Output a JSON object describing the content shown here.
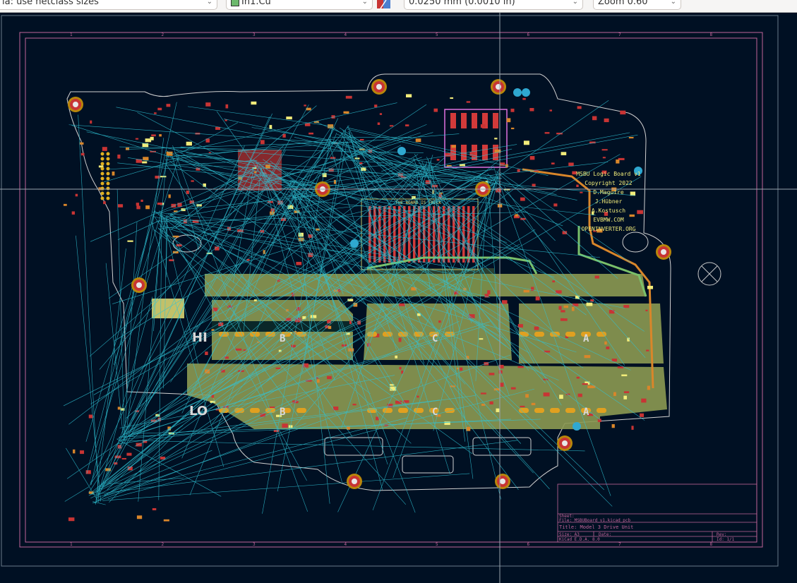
{
  "toolbar": {
    "track_width": "la: use netclass sizes",
    "active_layer": "In1.Cu",
    "grid": "0.0250 mm (0.0010 in)",
    "zoom": "Zoom 0.60"
  },
  "board_text": {
    "lines": [
      "MSBU Logic Board v1",
      "Copyright 2022",
      "D.Maguire",
      "J.Hübner",
      "A.Kostusch",
      "EVBMW.COM",
      "OPENINVERTER.ORG"
    ],
    "hi_label": "HI",
    "lo_label": "LO",
    "phase_labels": [
      "B",
      "C",
      "A"
    ],
    "notice": "THE BOARD IS FRICK"
  },
  "title_block": {
    "sheet": "Sheet:",
    "file": "File: MSBUBoard_v1.kicad_pcb",
    "title": "Title: Model 3 Drive Unit",
    "size": "Size: A3",
    "date": "Date:",
    "rev": "Rev:",
    "kicad": "KiCad E.D.A. 8.0",
    "id": "Id: 1/1"
  },
  "frame_numbers": [
    "1",
    "2",
    "3",
    "4",
    "5",
    "6",
    "7",
    "8"
  ],
  "colors": {
    "background": "#001023",
    "frame": "#c2649a",
    "ratsnest": "#2fc4d6",
    "copper_fill": "#8c9a52",
    "pad": "#c83434",
    "silk": "#f2ec7a",
    "edge": "#d0d0d0"
  }
}
